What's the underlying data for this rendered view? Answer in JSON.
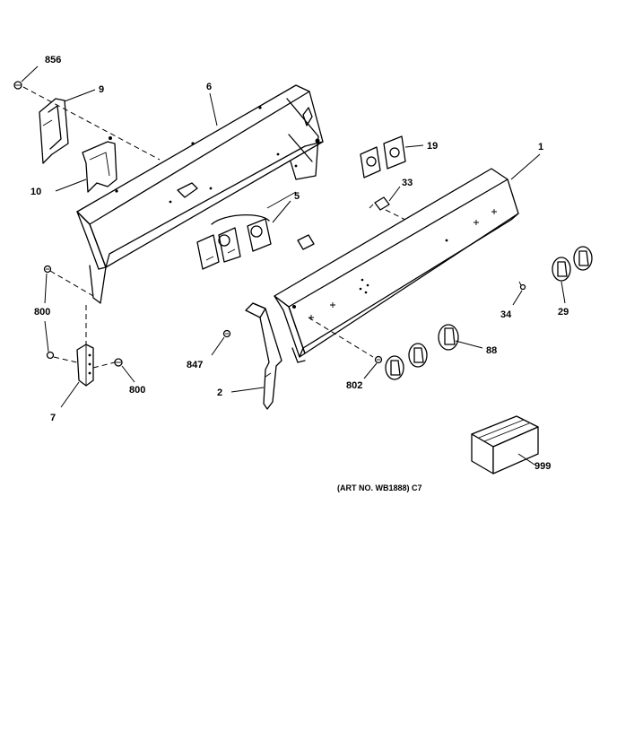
{
  "labels": {
    "p856": "856",
    "p9": "9",
    "p6": "6",
    "p19": "19",
    "p1": "1",
    "p10": "10",
    "p33": "33",
    "p5": "5",
    "p800a": "800",
    "p800b": "800",
    "p7": "7",
    "p847": "847",
    "p2": "2",
    "p802": "802",
    "p88": "88",
    "p34": "34",
    "p29": "29",
    "p999": "999"
  },
  "art_number": "(ART NO. WB1888) C7"
}
